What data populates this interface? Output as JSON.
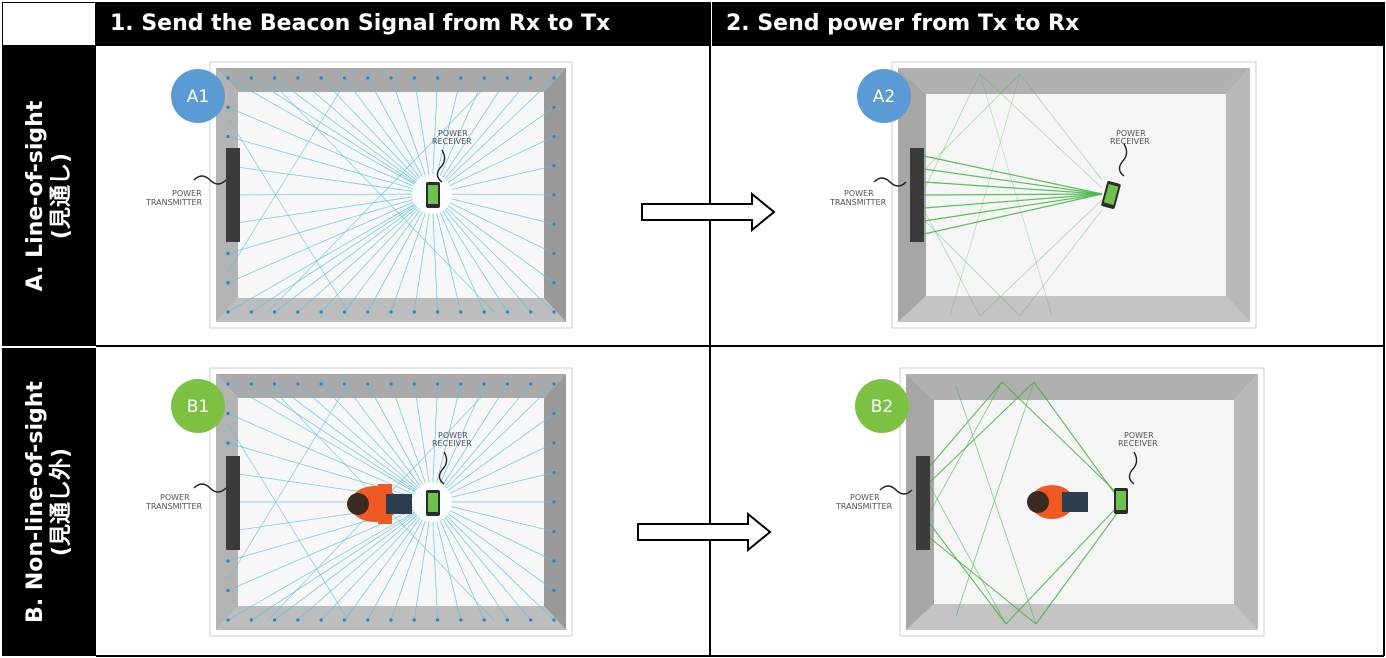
{
  "columns": [
    {
      "label": "1. Send the Beacon Signal from Rx to Tx"
    },
    {
      "label": "2. Send power from Tx to Rx"
    }
  ],
  "rows": [
    {
      "line1": "A.  Line-of-sight",
      "line2": "(見通し)"
    },
    {
      "line1": "B.  Non-line-of-sight",
      "line2": "(見通し外)"
    }
  ],
  "panels": {
    "a1": {
      "badge": "A1",
      "badge_color": "#5b9bd5",
      "beam_color": "#5bc0e8",
      "rx_label_1": "POWER",
      "rx_label_2": "RECEIVER",
      "tx_label_1": "POWER",
      "tx_label_2": "TRANSMITTER"
    },
    "a2": {
      "badge": "A2",
      "badge_color": "#5b9bd5",
      "beam_color": "#4cb84c",
      "rx_label_1": "POWER",
      "rx_label_2": "RECEIVER",
      "tx_label_1": "POWER",
      "tx_label_2": "TRANSMITTER"
    },
    "b1": {
      "badge": "B1",
      "badge_color": "#7cc142",
      "beam_color": "#5bc0e8",
      "rx_label_1": "POWER",
      "rx_label_2": "RECEIVER",
      "tx_label_1": "POWER",
      "tx_label_2": "TRANSMITTER"
    },
    "b2": {
      "badge": "B2",
      "badge_color": "#7cc142",
      "beam_color": "#3fae3f",
      "rx_label_1": "POWER",
      "rx_label_2": "RECEIVER",
      "tx_label_1": "POWER",
      "tx_label_2": "TRANSMITTER"
    }
  }
}
